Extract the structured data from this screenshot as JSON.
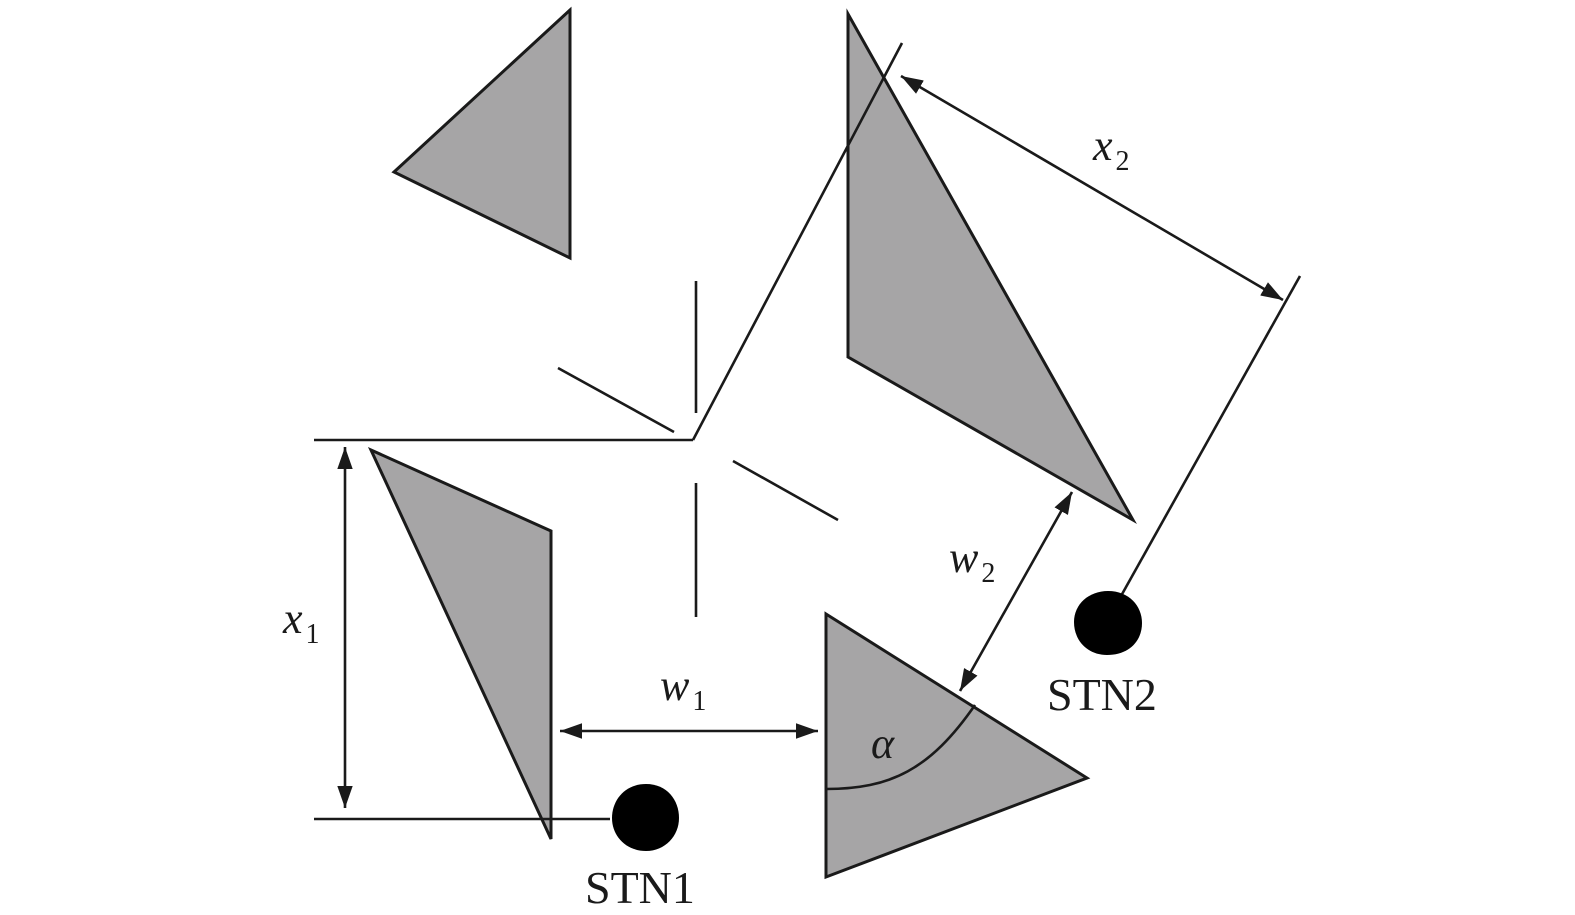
{
  "labels": {
    "x1": {
      "var": "x",
      "sub": "1"
    },
    "x2": {
      "var": "x",
      "sub": "2"
    },
    "w1": {
      "var": "w",
      "sub": "1"
    },
    "w2": {
      "var": "w",
      "sub": "2"
    },
    "alpha": "α"
  },
  "stations": {
    "stn1": "STN1",
    "stn2": "STN2"
  },
  "colors": {
    "prism_fill": "#a6a5a6",
    "stroke": "#1a1a1a",
    "station_dot": "#000000"
  }
}
